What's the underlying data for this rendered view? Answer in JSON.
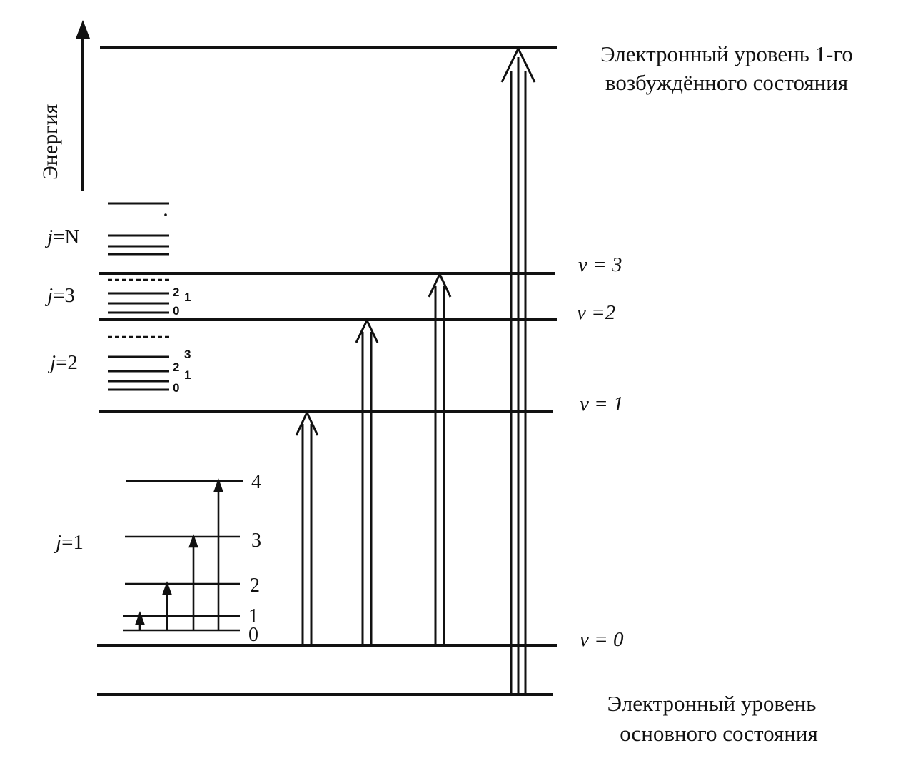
{
  "energy_axis_label": "Энергия",
  "excited_state_label": [
    "Электронный уровень 1-го",
    "возбуждённого состояния"
  ],
  "ground_state_label": [
    "Электронный уровень",
    "основного состояния"
  ],
  "vibrational_levels": [
    {
      "label": "v = 0"
    },
    {
      "label": "v = 1"
    },
    {
      "label": "v =2"
    },
    {
      "label": "v = 3"
    }
  ],
  "rotational_groups": [
    {
      "prefix": "j",
      "suffix": "=1",
      "levels": [
        "0",
        "1",
        "2",
        "3",
        "4"
      ]
    },
    {
      "prefix": "j",
      "suffix": "=2",
      "levels": [
        "0",
        "1",
        "2",
        "3"
      ]
    },
    {
      "prefix": "j",
      "suffix": "=3",
      "levels": [
        "0",
        "1",
        "2"
      ]
    },
    {
      "prefix": "j",
      "suffix": "=N",
      "levels": []
    }
  ]
}
